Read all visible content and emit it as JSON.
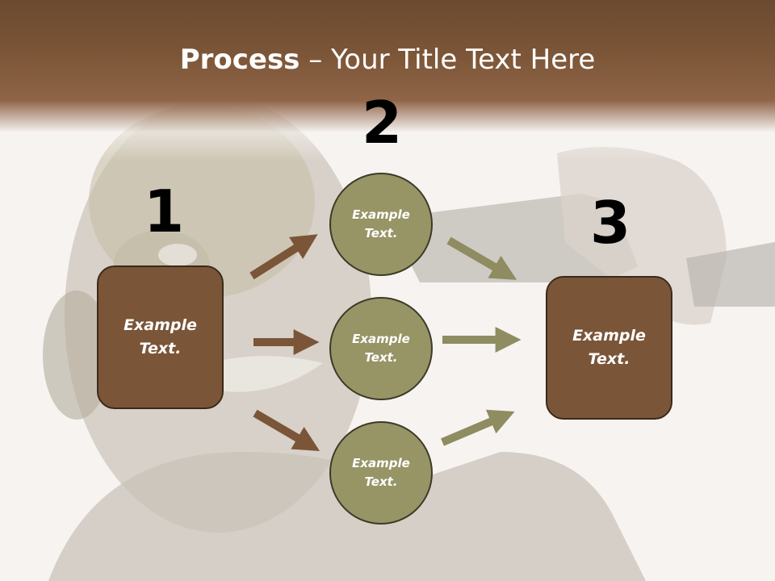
{
  "slide": {
    "title_bold": "Process",
    "title_rest": " – Your Title Text Here"
  },
  "steps": {
    "step1_number": "1",
    "step2_number": "2",
    "step3_number": "3"
  },
  "nodes": {
    "left_box": "Example\nText.",
    "circle_top": "Example\nText.",
    "circle_middle": "Example\nText.",
    "circle_bottom": "Example\nText.",
    "right_box": "Example\nText."
  },
  "colors": {
    "header": "#7d5638",
    "box_fill": "#7a5538",
    "circle_fill": "#979466",
    "arrow_brown": "#7a5538",
    "arrow_olive": "#8e8c60"
  }
}
